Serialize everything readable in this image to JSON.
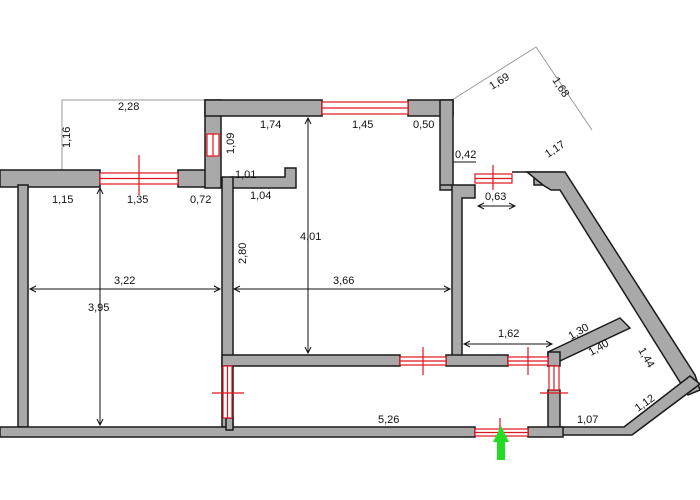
{
  "plan": {
    "colors": {
      "wall": "#a9a9a9",
      "wall_outline": "#1a1a1a",
      "window": "#e0141e",
      "entrance_arrow": "#22dd22"
    },
    "icons": {
      "entrance": "arrow-up-icon"
    },
    "dimensions": {
      "d_2_28": "2,28",
      "d_1_16": "1,16",
      "d_1_74": "1,74",
      "d_1_45": "1,45",
      "d_0_50": "0,50",
      "d_1_69": "1,69",
      "d_1_68": "1,68",
      "d_1_09": "1,09",
      "d_1_01": "1,01",
      "d_0_42": "0,42",
      "d_1_17": "1,17",
      "d_1_15": "1,15",
      "d_1_35": "1,35",
      "d_0_72": "0,72",
      "d_1_04": "1,04",
      "d_0_63": "0,63",
      "d_2_80": "2,80",
      "d_4_01": "4,01",
      "d_3_22": "3,22",
      "d_3_66": "3,66",
      "d_3_95": "3,95",
      "d_1_62": "1,62",
      "d_1_30": "1,30",
      "d_1_40": "1,40",
      "d_1_44": "1,44",
      "d_5_26": "5,26",
      "d_1_12": "1,12",
      "d_1_07": "1,07"
    }
  }
}
